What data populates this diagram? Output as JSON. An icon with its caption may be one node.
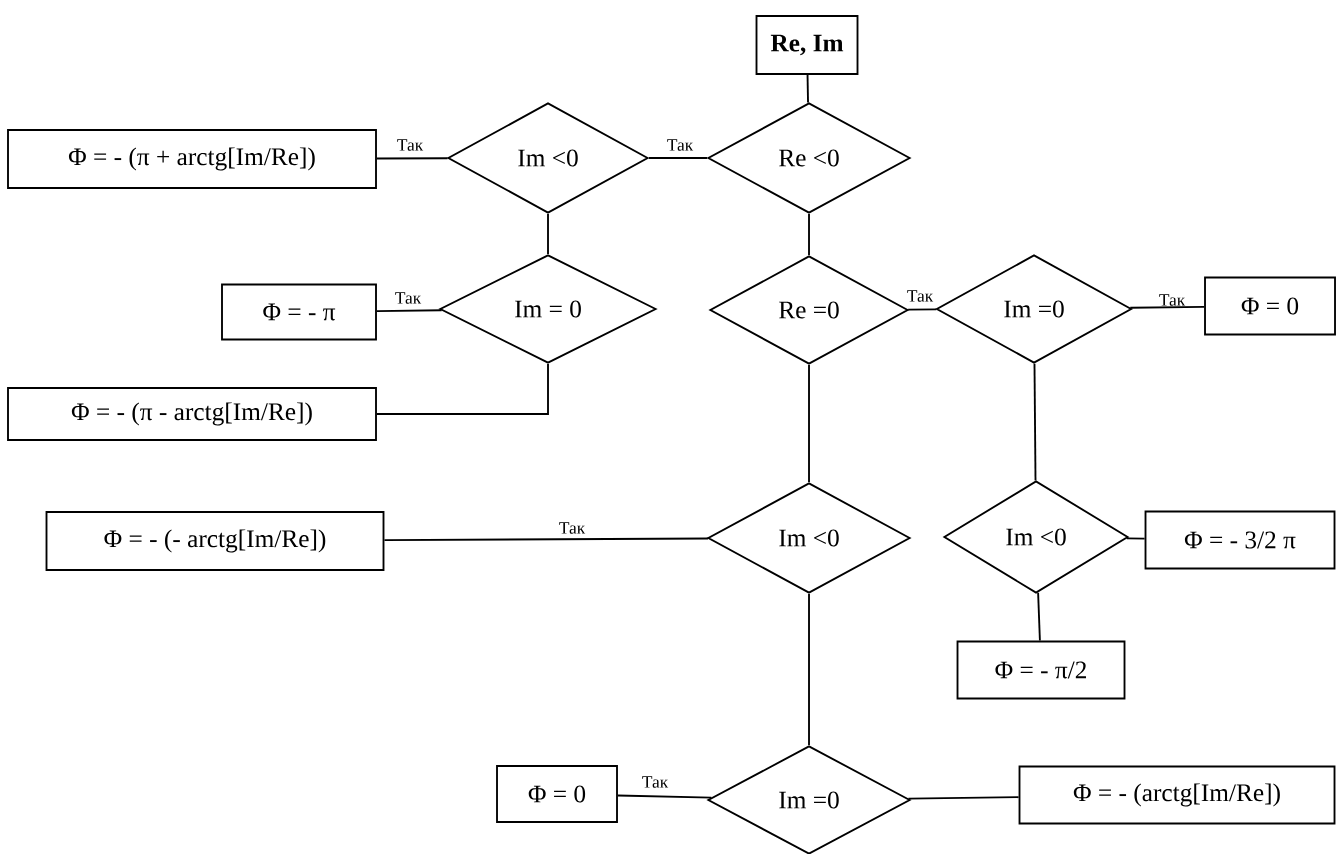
{
  "diagram": {
    "nodes": [
      {
        "text": [
          "Re, Im"
        ]
      },
      {
        "text": [
          "Φ = - (π + arctg[Im/Re])"
        ]
      },
      {
        "text": [
          "Im <0"
        ]
      },
      {
        "text": [
          "Re <0"
        ]
      },
      {
        "text": [
          "Φ = - π"
        ]
      },
      {
        "text": [
          "Im = 0"
        ]
      },
      {
        "text": [
          "Re =0"
        ]
      },
      {
        "text": [
          "Im =0"
        ]
      },
      {
        "text": [
          "Φ = 0"
        ]
      },
      {
        "text": [
          "Φ = - (π - arctg[Im/Re])"
        ]
      },
      {
        "text": [
          "Φ = - (- arctg[Im/Re])"
        ]
      },
      {
        "text": [
          "Im <0"
        ]
      },
      {
        "text": [
          "Im <0"
        ]
      },
      {
        "text": [
          "Φ = - 3/2 π"
        ]
      },
      {
        "text": [
          "Φ = - π/2"
        ]
      },
      {
        "text": [
          "Φ = 0"
        ]
      },
      {
        "text": [
          "Im =0"
        ]
      },
      {
        "text": [
          "Φ = - (arctg[Im/Re])"
        ]
      }
    ],
    "edges": [
      {
        "from": 0,
        "to": 3,
        "arrow": "none"
      },
      {
        "from": 3,
        "to": 2,
        "arrow": "none",
        "label": "Так"
      },
      {
        "from": 2,
        "to": 1,
        "arrow": "none",
        "label": "Так"
      },
      {
        "from": 2,
        "to": 5,
        "arrow": "none"
      },
      {
        "from": 5,
        "to": 4,
        "arrow": "none",
        "label": "Так"
      },
      {
        "from": 5,
        "to": 9,
        "arrow": "none"
      },
      {
        "from": 3,
        "to": 6,
        "arrow": "none"
      },
      {
        "from": 6,
        "to": 7,
        "arrow": "none",
        "label": "Так"
      },
      {
        "from": 7,
        "to": 8,
        "arrow": "none",
        "label": "Так"
      },
      {
        "from": 6,
        "to": 11,
        "arrow": "none"
      },
      {
        "from": 7,
        "to": 12,
        "arrow": "none"
      },
      {
        "from": 11,
        "to": 10,
        "arrow": "none",
        "label": "Так"
      },
      {
        "from": 12,
        "to": 13,
        "arrow": "none"
      },
      {
        "from": 12,
        "to": 14,
        "arrow": "none"
      },
      {
        "from": 11,
        "to": 16,
        "arrow": "none"
      },
      {
        "from": 16,
        "to": 15,
        "arrow": "none",
        "label": "Так"
      },
      {
        "from": 16,
        "to": 17,
        "arrow": "none"
      }
    ]
  }
}
